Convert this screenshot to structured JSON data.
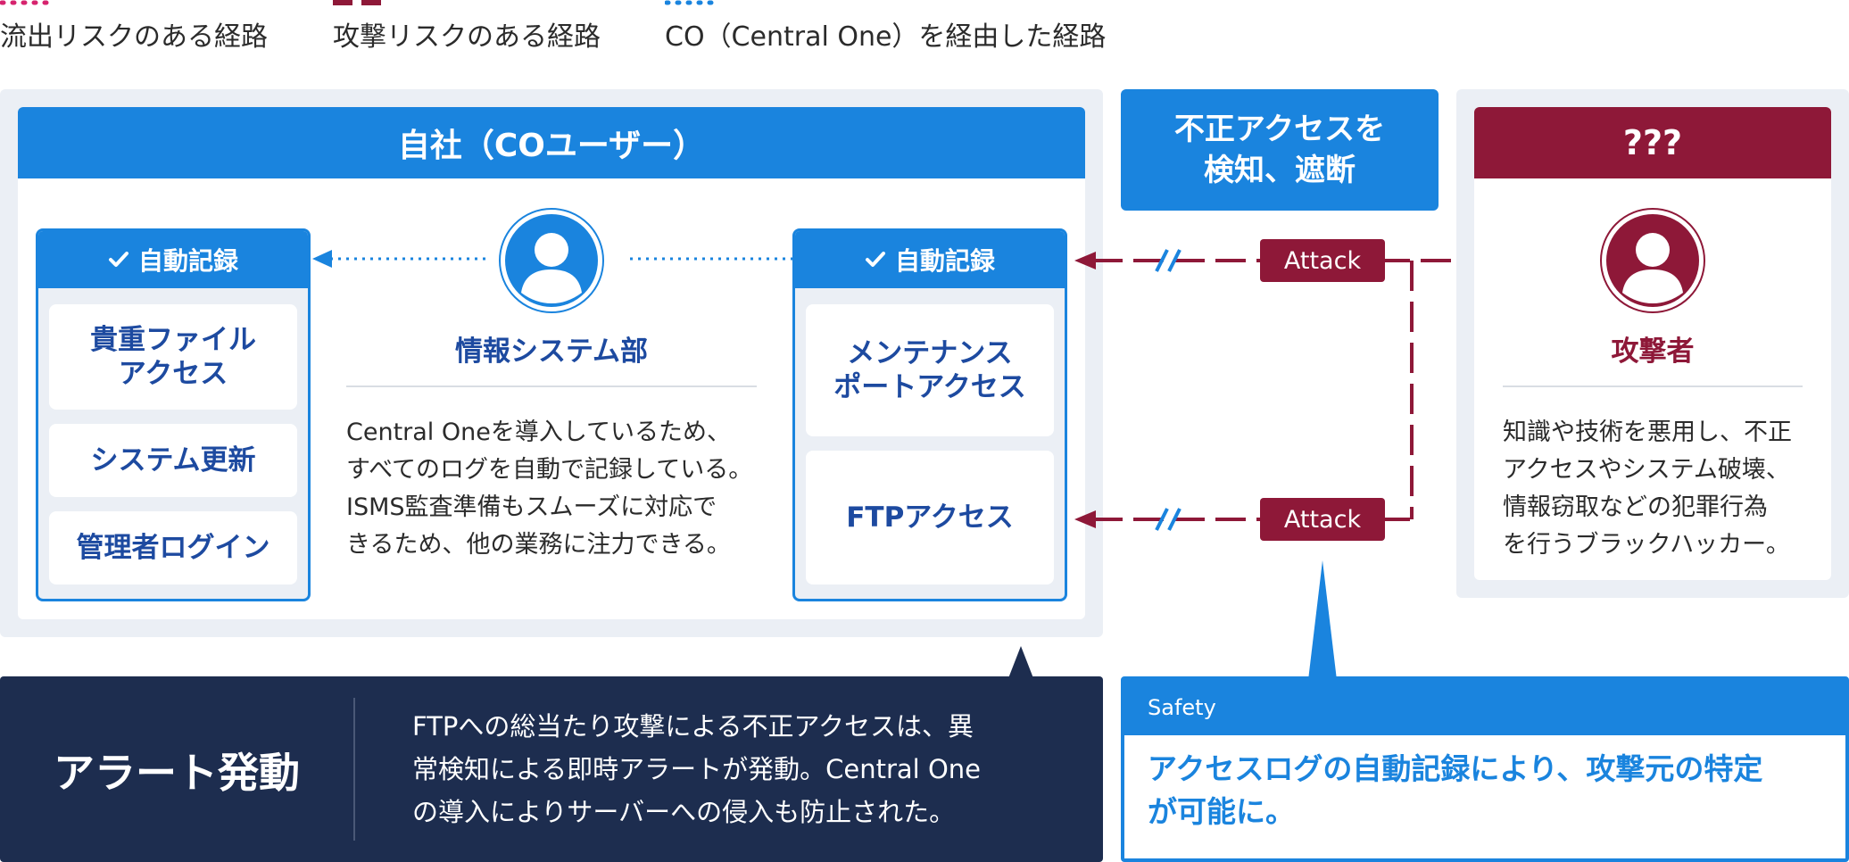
{
  "legend": {
    "items": [
      {
        "label": "流出リスクのある経路",
        "color": "#d6236e",
        "style": "dotted"
      },
      {
        "label": "攻撃リスクのある経路",
        "color": "#8e1838",
        "style": "dashed"
      },
      {
        "label": "CO（Central One）を経由した経路",
        "color": "#1a84de",
        "style": "dotted"
      }
    ]
  },
  "company": {
    "title": "自社（COユーザー）",
    "left_record": {
      "header": "自動記録",
      "items": [
        "貴重ファイル\nアクセス",
        "システム更新",
        "管理者ログイン"
      ]
    },
    "center": {
      "label": "情報システム部",
      "description": "Central Oneを導入しているため、\nすべてのログを自動で記録している。\nISMS監査準備もスムーズに対応で\nきるため、他の業務に注力できる。"
    },
    "right_record": {
      "header": "自動記録",
      "items": [
        "メンテナンス\nポートアクセス",
        "FTPアクセス"
      ]
    }
  },
  "detection": {
    "label": "不正アクセスを\n検知、遮断"
  },
  "attacks": {
    "top_label": "Attack",
    "bottom_label": "Attack"
  },
  "attacker": {
    "header": "???",
    "label": "攻撃者",
    "description": "知識や技術を悪用し、不正\nアクセスやシステム破壊、\n情報窃取などの犯罪行為\nを行うブラックハッカー。"
  },
  "alert": {
    "title": "アラート発動",
    "text": "FTPへの総当たり攻撃による不正アクセスは、異\n常検知による即時アラートが発動。Central One\nの導入によりサーバーへの侵入も防止された。"
  },
  "safety": {
    "tag": "Safety",
    "text": "アクセスログの自動記録により、攻撃元の特定\nが可能に。"
  },
  "colors": {
    "primary_blue": "#1a84de",
    "attack_red": "#8e1838",
    "navy": "#1d2d4f",
    "label_blue": "#1d4aa0",
    "panel_gray": "#ebeff5"
  }
}
